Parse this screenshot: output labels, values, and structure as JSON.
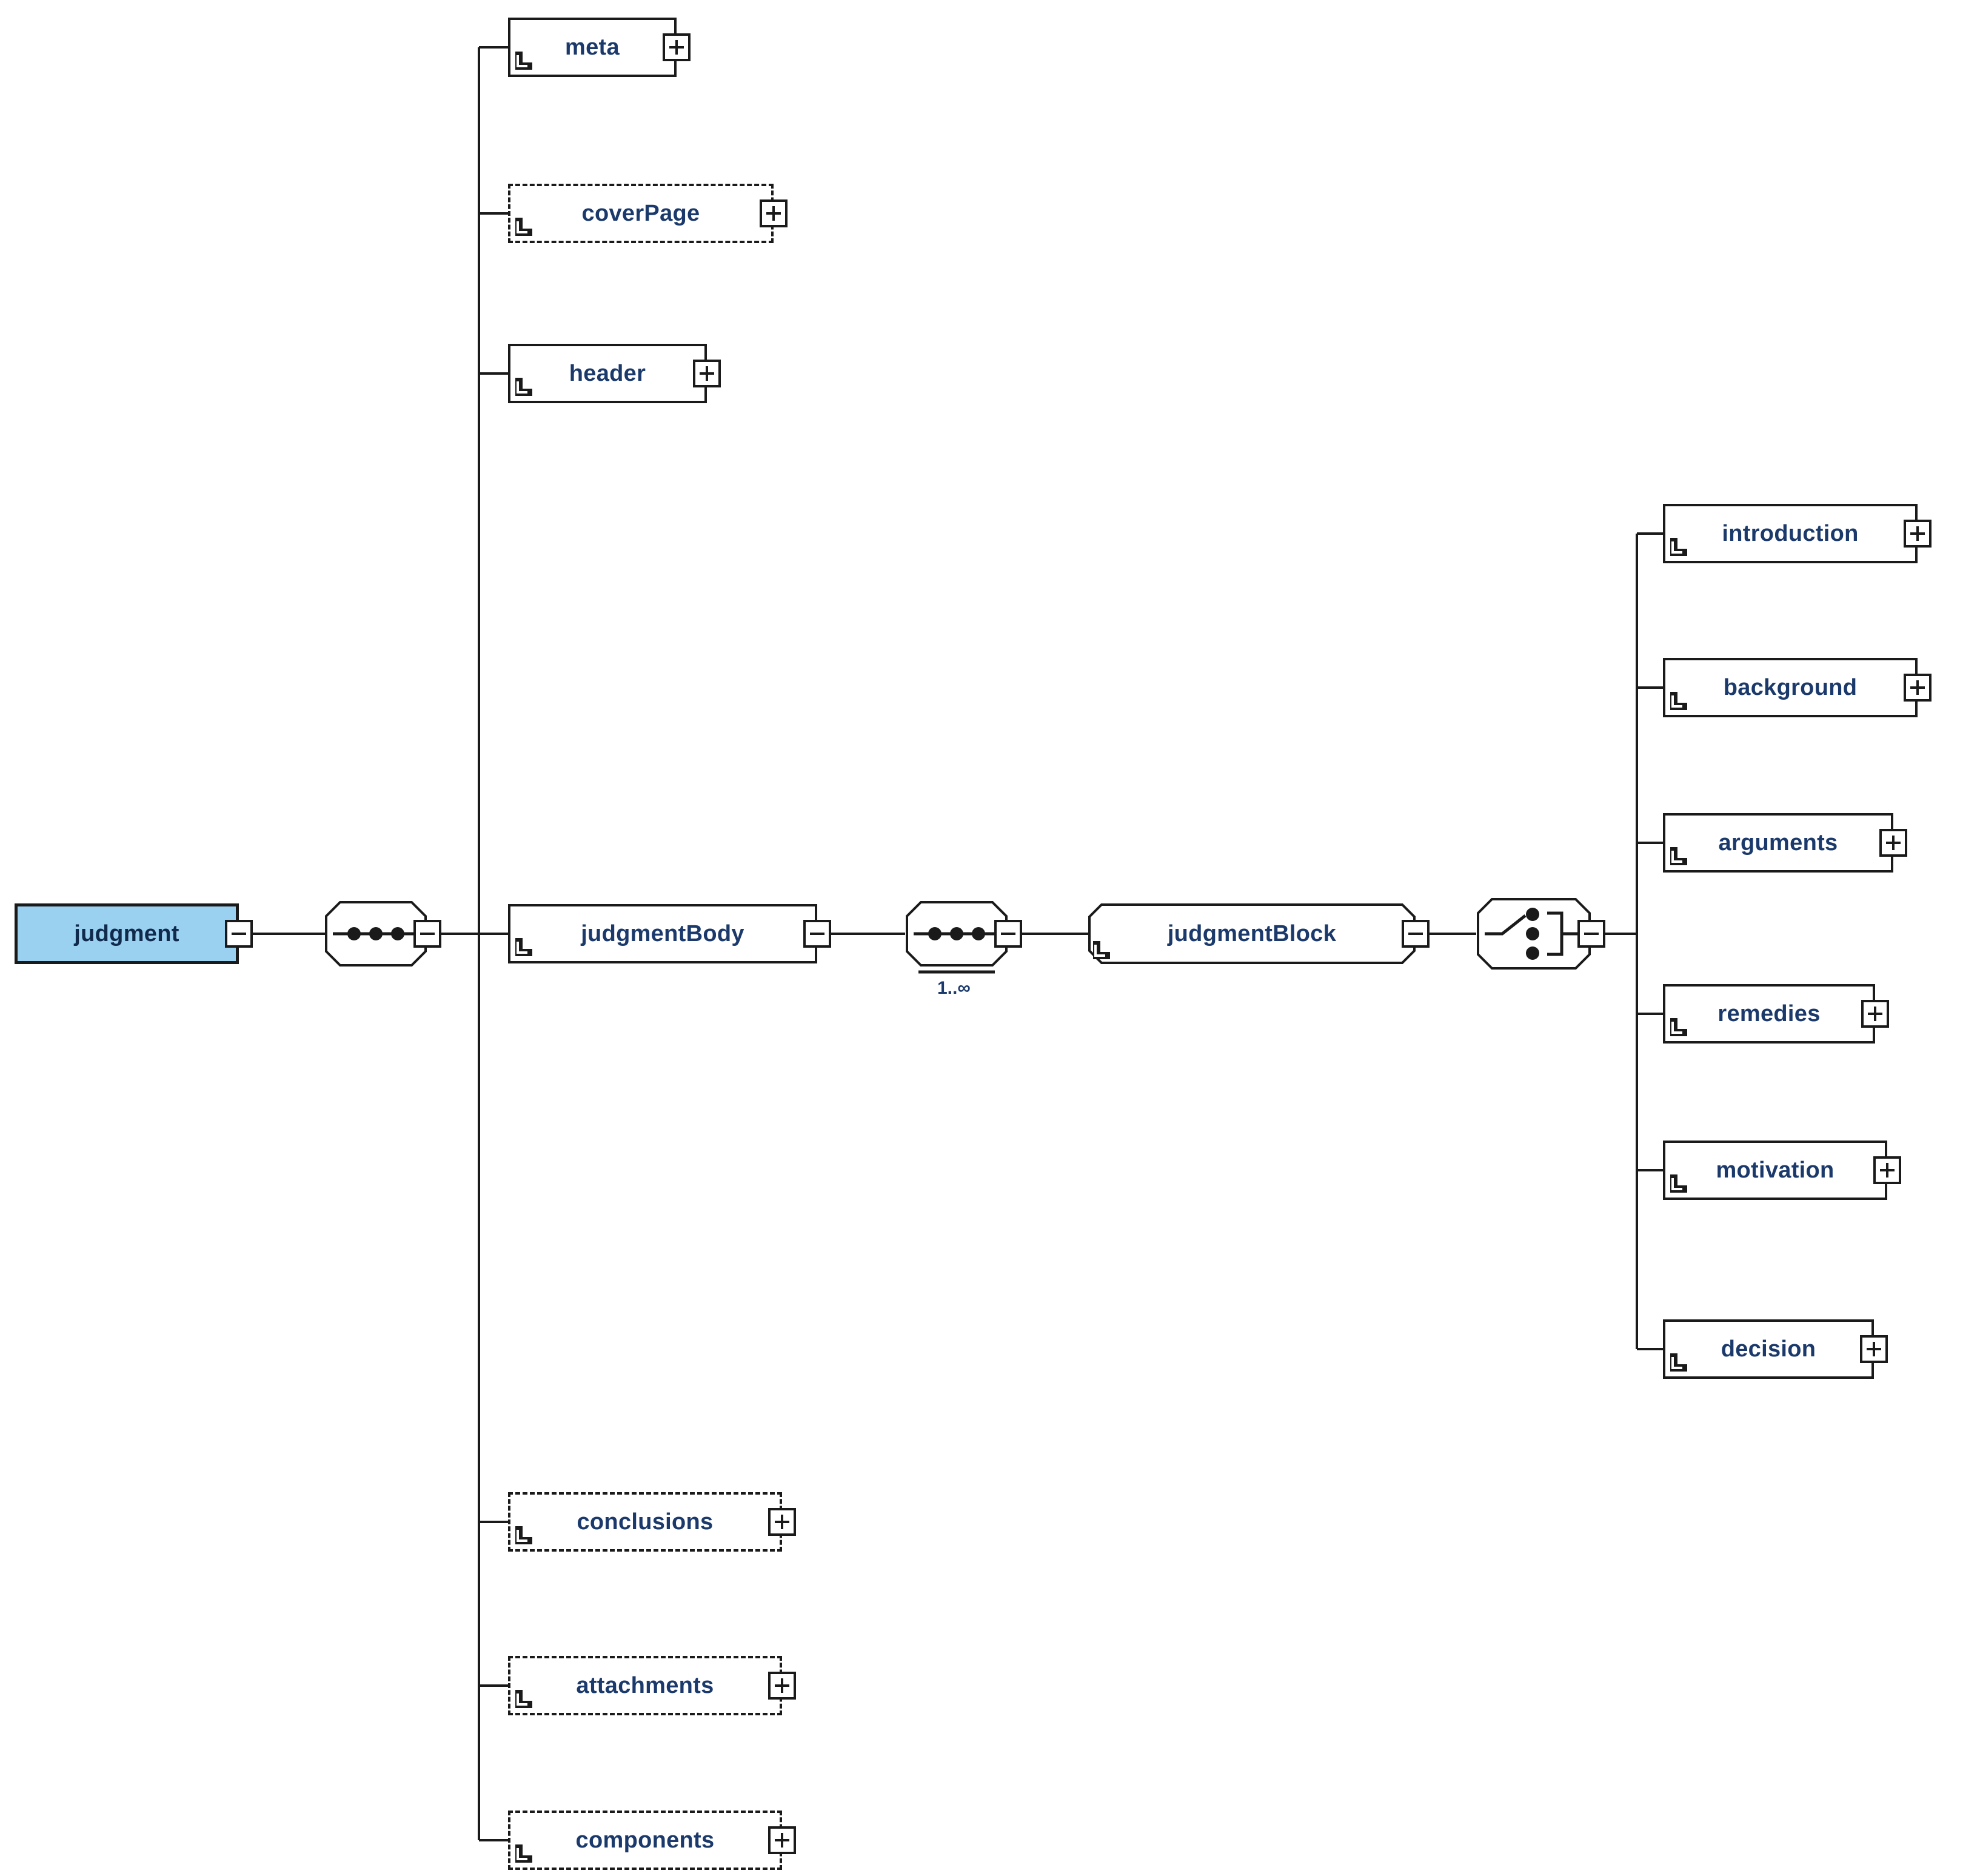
{
  "diagram": {
    "type": "xml-schema-tree",
    "title": "judgment",
    "colors": {
      "root_fill": "#9ad0f0",
      "stroke": "#1a1a1a",
      "label_text": "#1b3a6b",
      "background": "#ffffff"
    }
  },
  "root": {
    "label": "judgment",
    "toggle": "minus",
    "occurrence": "required"
  },
  "root_sequence": {
    "icon": "sequence-icon",
    "toggle": "minus",
    "cardinality": ""
  },
  "root_children": [
    {
      "label": "meta",
      "toggle": "plus",
      "occurrence": "required"
    },
    {
      "label": "coverPage",
      "toggle": "plus",
      "occurrence": "optional"
    },
    {
      "label": "header",
      "toggle": "plus",
      "occurrence": "required"
    },
    {
      "label": "judgmentBody",
      "toggle": "minus",
      "occurrence": "required"
    },
    {
      "label": "conclusions",
      "toggle": "plus",
      "occurrence": "optional"
    },
    {
      "label": "attachments",
      "toggle": "plus",
      "occurrence": "optional"
    },
    {
      "label": "components",
      "toggle": "plus",
      "occurrence": "optional"
    }
  ],
  "body_sequence": {
    "icon": "sequence-icon",
    "toggle": "minus",
    "cardinality": "1..∞"
  },
  "judgment_block": {
    "label": "judgmentBlock",
    "toggle": "minus",
    "occurrence": "required",
    "shape": "chamfered"
  },
  "block_choice": {
    "icon": "choice-icon",
    "toggle": "minus",
    "cardinality": ""
  },
  "block_children": [
    {
      "label": "introduction",
      "toggle": "plus",
      "occurrence": "required"
    },
    {
      "label": "background",
      "toggle": "plus",
      "occurrence": "required"
    },
    {
      "label": "arguments",
      "toggle": "plus",
      "occurrence": "required"
    },
    {
      "label": "remedies",
      "toggle": "plus",
      "occurrence": "required"
    },
    {
      "label": "motivation",
      "toggle": "plus",
      "occurrence": "required"
    },
    {
      "label": "decision",
      "toggle": "plus",
      "occurrence": "required"
    }
  ]
}
